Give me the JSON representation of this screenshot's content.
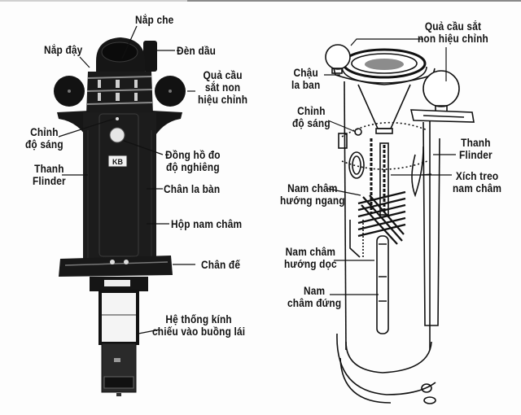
{
  "left_diagram": {
    "labels": {
      "nap_che": "Nắp che",
      "nap_day": "Nắp đậy",
      "den_dau": "Đèn dầu",
      "qua_cau": "Quả cầu\nsắt non\nhiệu chỉnh",
      "chinh_do_sang": "Chỉnh\nđộ sáng",
      "dong_ho": "Đồng hồ đo\nđộ nghiêng",
      "thanh_flinder": "Thanh\nFlinder",
      "chan_la_ban": "Chân la bàn",
      "hop_nam_cham": "Hộp nam châm",
      "chan_de": "Chân đế",
      "he_thong_kinh": "Hệ thống kính\nchiếu vào buồng lái"
    },
    "plate_text": "KB"
  },
  "right_diagram": {
    "labels": {
      "qua_cau": "Quả cầu sắt\nnon hiệu chỉnh",
      "chau_la_ban": "Chậu\nla ban",
      "chinh_do_sang": "Chỉnh\nđộ sáng",
      "thanh_flinder": "Thanh\nFlinder",
      "xich_treo": "Xích treo\nnam châm",
      "nam_cham_ngang": "Nam châm\nhướng ngang",
      "nam_cham_doc": "Nam châm\nhướng dọc",
      "nam_cham_dung": "Nam\nchâm đứng"
    }
  },
  "colors": {
    "ink": "#111111",
    "body_dark": "#1c1c1c",
    "paper": "#fdfdfd"
  }
}
